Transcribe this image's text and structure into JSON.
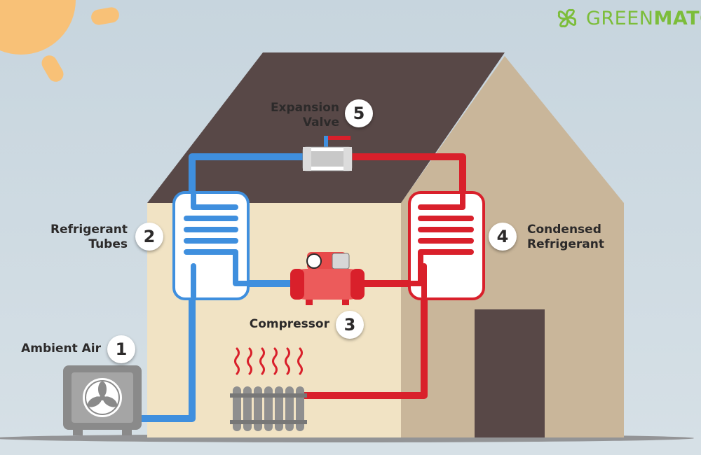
{
  "brand": {
    "name_light": "GREEN",
    "name_bold": "MATC",
    "color": "#7cbd3a"
  },
  "colors": {
    "sky": "#c9d6df",
    "roof": "#584847",
    "wall_front": "#f1e3c4",
    "wall_side": "#c9b69a",
    "door": "#584847",
    "cold_pipe": "#3f8fde",
    "hot_pipe": "#d9202b",
    "sun": "#f8c177"
  },
  "steps": [
    {
      "number": "1",
      "label": "Ambient Air"
    },
    {
      "number": "2",
      "label_line1": "Refrigerant",
      "label_line2": "Tubes"
    },
    {
      "number": "3",
      "label": "Compressor"
    },
    {
      "number": "4",
      "label_line1": "Condensed",
      "label_line2": "Refrigerant"
    },
    {
      "number": "5",
      "label_line1": "Expansion",
      "label_line2": "Valve"
    }
  ]
}
